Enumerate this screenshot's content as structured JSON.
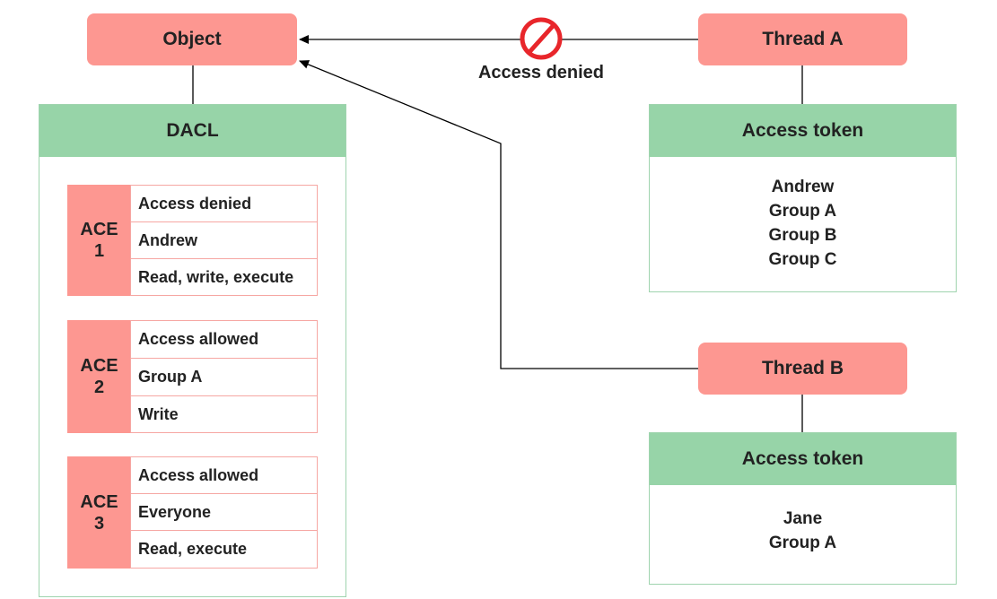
{
  "object": {
    "label": "Object"
  },
  "dacl": {
    "title": "DACL",
    "aces": [
      {
        "name": "ACE",
        "number": "1",
        "type": "Access denied",
        "principal": "Andrew",
        "rights": "Read, write, execute"
      },
      {
        "name": "ACE",
        "number": "2",
        "type": "Access allowed",
        "principal": "Group A",
        "rights": "Write"
      },
      {
        "name": "ACE",
        "number": "3",
        "type": "Access allowed",
        "principal": "Everyone",
        "rights": "Read, execute"
      }
    ]
  },
  "thread_a": {
    "label": "Thread A",
    "token_title": "Access token",
    "token_entries": [
      "Andrew",
      "Group A",
      "Group B",
      "Group C"
    ]
  },
  "thread_b": {
    "label": "Thread B",
    "token_title": "Access token",
    "token_entries": [
      "Jane",
      "Group A"
    ]
  },
  "denied_label": "Access denied",
  "colors": {
    "node": "#fd9791",
    "header": "#97d4a8",
    "deny": "#e8262b"
  }
}
